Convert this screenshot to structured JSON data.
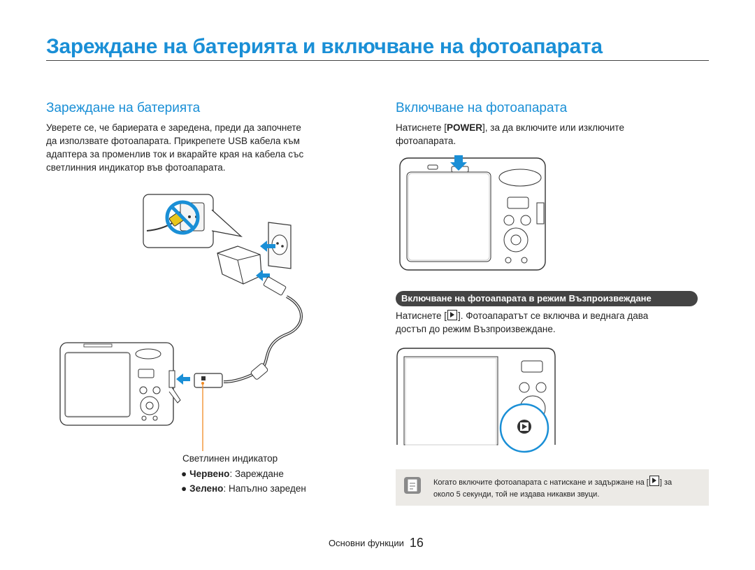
{
  "page": {
    "title": "Зареждане на батерията и включване на фотоапарата"
  },
  "left": {
    "heading": "Зареждане на батерията",
    "body_lines": [
      "Уверете се, че бариерата е заредена, преди да започнете",
      "да използвате фотоапарата. Прикрепете USB кабела към",
      "адаптера за променлив ток и вкарайте края на кабела със",
      "светлинния индикатор във фотоапарата."
    ],
    "indicator_caption": "Светлинен индикатор",
    "states": [
      {
        "label": "Червено",
        "desc": ": Зареждане"
      },
      {
        "label": "Зелено",
        "desc": ": Напълно зареден"
      }
    ],
    "bullet": "●"
  },
  "right": {
    "heading": "Включване на фотоапарата",
    "power_text_1": "Натиснете [",
    "power_key": "POWER",
    "power_text_2": "], за да включите или изключите",
    "power_text_3": "фотоапарата.",
    "banner": "Включване на фотоапарата в режим Възпроизвеждане",
    "play_text_1": "Натиснете [",
    "play_text_2": "]. Фотоапаратът се включва и веднага дава",
    "play_text_3": "достъп до режим Възпроизвеждане."
  },
  "note": {
    "text_1": "Когато включите фотоапарата с натискане и задържане на [",
    "text_2": "] за",
    "text_3": "около 5 секунди, той не издава никакви звуци."
  },
  "footer": {
    "section": "Основни функции",
    "page_number": "16"
  },
  "icons": {
    "arrow": "arrow-icon",
    "no_symbol": "prohibited-icon",
    "note": "note-icon",
    "play": "play-button-icon"
  },
  "colors": {
    "accent": "#1a8fd6",
    "banner": "#444444",
    "note_bg": "#eceae6",
    "indicator_line": "#f08a24"
  }
}
